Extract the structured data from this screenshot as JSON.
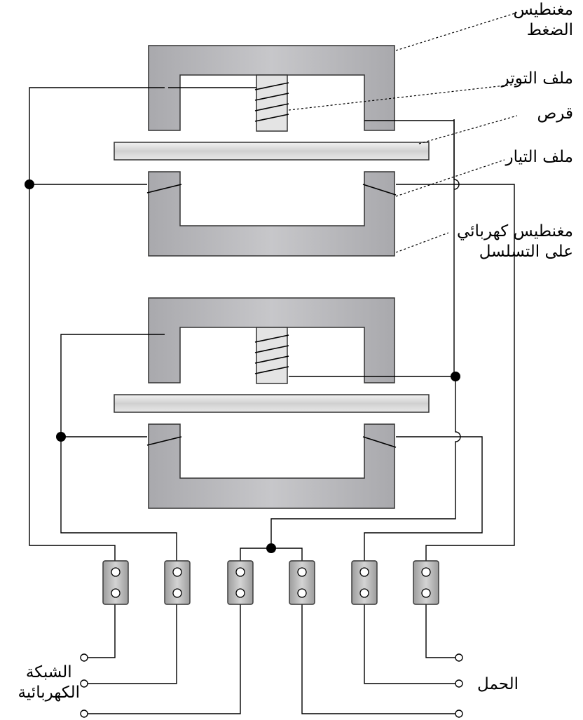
{
  "labels": {
    "pressure_magnet_line1": "مغنطيس",
    "pressure_magnet_line2": "الضغط",
    "voltage_coil": "ملف التوتر",
    "disc": "قرص",
    "current_coil": "ملف التيار",
    "series_magnet_line1": "مغنطيس كهربائي",
    "series_magnet_line2": "على التسلسل",
    "grid_line1": "الشبكة",
    "grid_line2": "الكهربائية",
    "load": "الحمل"
  },
  "colors": {
    "core_fill": "#b8b8bb",
    "coil_fill": "#e6e6e6",
    "disc_fill": "#dcdcdc",
    "terminal_fill": "#b3b3b3",
    "wire": "#000000",
    "background": "#ffffff"
  }
}
